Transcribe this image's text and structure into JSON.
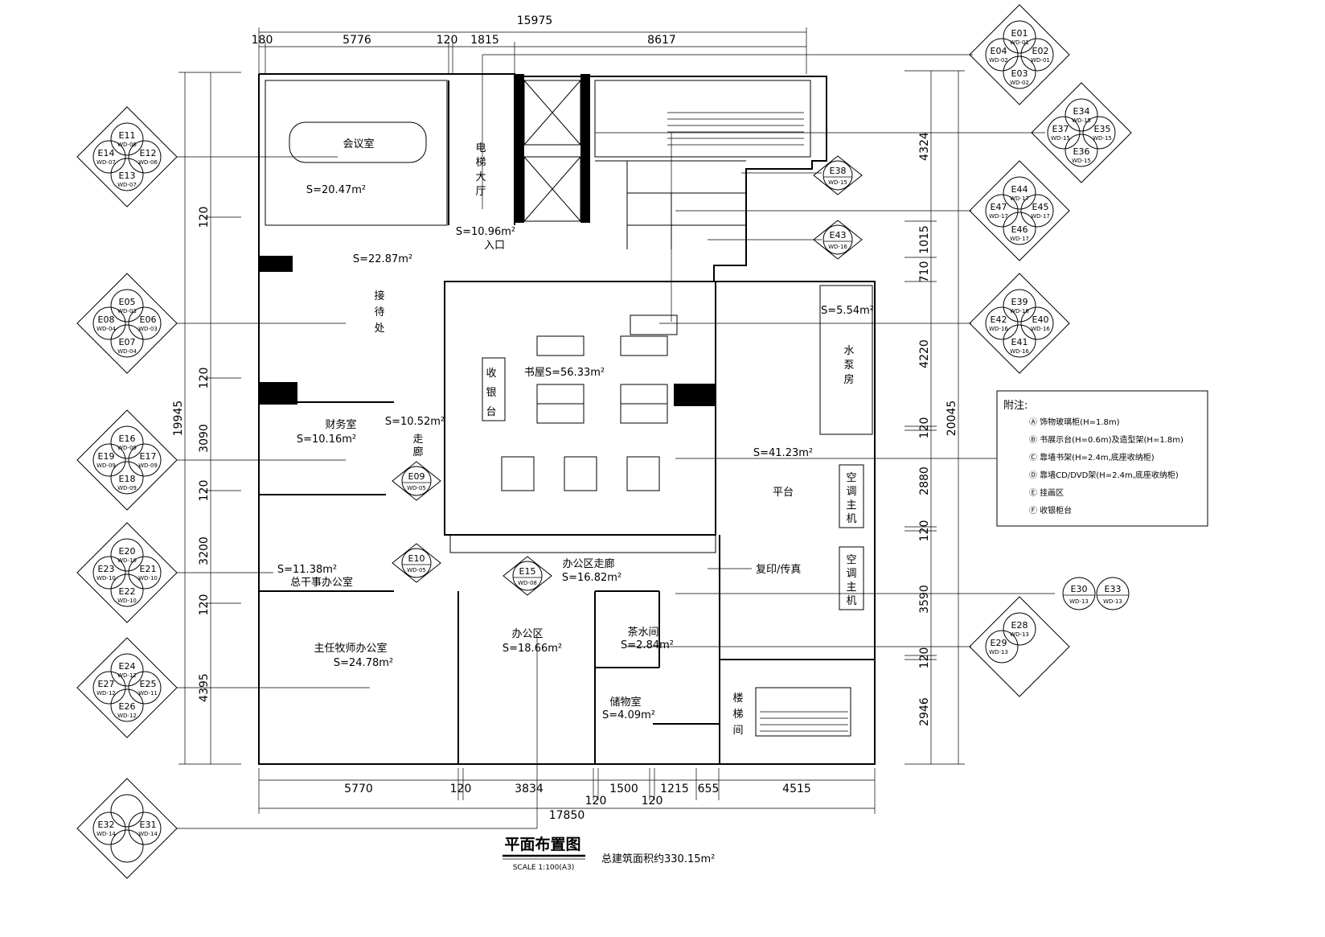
{
  "dimensions": {
    "top_total": "15975",
    "top": [
      "180",
      "5776",
      "120",
      "1815",
      "8617"
    ],
    "bottom_total": "17850",
    "bottom": [
      "5770",
      "120",
      "3834",
      "1500",
      "1215",
      "655",
      "4515"
    ],
    "bottom_small": [
      "120",
      "120"
    ],
    "left_total": "19945",
    "left": [
      "120",
      "120",
      "3090",
      "120",
      "3200",
      "120",
      "4395"
    ],
    "right_total": "20045",
    "right": [
      "4324",
      "1015",
      "710",
      "4220",
      "120",
      "2880",
      "120",
      "3590",
      "120",
      "2946"
    ]
  },
  "rooms": {
    "meeting": {
      "name": "会议室",
      "area": "S=20.47m²"
    },
    "elevator_hall": {
      "name1": "电",
      "name2": "梯",
      "name3": "大",
      "name4": "厅",
      "area": "S=10.96m²",
      "entrance": "入口"
    },
    "lobby": {
      "area": "S=22.87m²"
    },
    "reception": {
      "c1": "接",
      "c2": "待",
      "c3": "处"
    },
    "bookstore": {
      "name": "书屋",
      "area": "S=56.33m²"
    },
    "cashier": {
      "c1": "收",
      "c2": "银",
      "c3": "台"
    },
    "finance": {
      "name": "财务室",
      "area": "S=10.16m²"
    },
    "corridor1": {
      "area": "S=10.52m²",
      "c1": "走",
      "c2": "廊"
    },
    "director": {
      "area": "S=11.38m²",
      "name": "总干事办公室"
    },
    "pastor": {
      "name": "主任牧师办公室",
      "area": "S=24.78m²"
    },
    "office_corridor": {
      "name": "办公区走廊",
      "area": "S=16.82m²"
    },
    "office": {
      "name": "办公区",
      "area": "S=18.66m²"
    },
    "tea": {
      "name": "茶水间",
      "area": "S=2.84m²"
    },
    "storage": {
      "name": "储物室",
      "area": "S=4.09m²"
    },
    "stair": {
      "c1": "楼",
      "c2": "梯",
      "c3": "间"
    },
    "fire_room": {
      "c1": "水",
      "c2": "泵",
      "c3": "房",
      "area": "S=5.54m²"
    },
    "terrace": {
      "name": "平台",
      "area": "S=41.23m²"
    },
    "ac1": {
      "c1": "空",
      "c2": "调",
      "c3": "主",
      "c4": "机"
    },
    "ac2": {
      "c1": "空",
      "c2": "调",
      "c3": "主",
      "c4": "机"
    },
    "copier": "复印/传真"
  },
  "markers": {
    "group_e01": {
      "n": "E01",
      "e": "E02",
      "s": "E03",
      "w": "E04",
      "sn": "WD-01",
      "se": "WD-01",
      "ss": "WD-02",
      "sw": "WD-02"
    },
    "group_e34": {
      "n": "E34",
      "e": "E35",
      "s": "E36",
      "w": "E37",
      "sn": "WD-15",
      "se": "WD-15",
      "ss": "WD-15",
      "sw": "WD-15"
    },
    "group_e44": {
      "n": "E44",
      "e": "E45",
      "s": "E46",
      "w": "E47",
      "sn": "WD-17",
      "se": "WD-17",
      "ss": "WD-17",
      "sw": "WD-17"
    },
    "group_e39": {
      "n": "E39",
      "e": "E40",
      "s": "E41",
      "w": "E42",
      "sn": "WD-16",
      "se": "WD-16",
      "ss": "WD-16",
      "sw": "WD-16"
    },
    "group_e11": {
      "n": "E11",
      "e": "E12",
      "s": "E13",
      "w": "E14",
      "sn": "WD-06",
      "se": "WD-06",
      "ss": "WD-07",
      "sw": "WD-07"
    },
    "group_e05": {
      "n": "E05",
      "e": "E06",
      "s": "E07",
      "w": "E08",
      "sn": "WD-03",
      "se": "WD-03",
      "ss": "WD-04",
      "sw": "WD-04"
    },
    "group_e16": {
      "n": "E16",
      "e": "E17",
      "s": "E18",
      "w": "E19",
      "sn": "WD-09",
      "se": "WD-09",
      "ss": "WD-09",
      "sw": "WD-09"
    },
    "group_e20": {
      "n": "E20",
      "e": "E21",
      "s": "E22",
      "w": "E23",
      "sn": "WD-10",
      "se": "WD-10",
      "ss": "WD-10",
      "sw": "WD-10"
    },
    "group_e24": {
      "n": "E24",
      "e": "E25",
      "s": "E26",
      "w": "E27",
      "sn": "WD-12",
      "se": "WD-11",
      "ss": "WD-12",
      "sw": "WD-12"
    },
    "group_e28": {
      "n": "E28",
      "w": "E29",
      "sn": "WD-13",
      "sw": "WD-13"
    },
    "group_e31": {
      "e": "E31",
      "w": "E32",
      "se": "WD-14",
      "sw": "WD-14"
    },
    "single_e38": {
      "id": "E38",
      "sub": "WD-15"
    },
    "single_e43": {
      "id": "E43",
      "sub": "WD-16"
    },
    "single_e09": {
      "id": "E09",
      "sub": "WD-05"
    },
    "single_e10": {
      "id": "E10",
      "sub": "WD-05"
    },
    "single_e15": {
      "id": "E15",
      "sub": "WD-08"
    },
    "single_e30": {
      "id": "E30",
      "sub": "WD-13"
    },
    "single_e33": {
      "id": "E33",
      "sub": "WD-13"
    }
  },
  "legend": {
    "title": "附注:",
    "items": [
      "Ⓐ 饰物玻璃柜(H=1.8m)",
      "Ⓑ 书展示台(H=0.6m)及造型架(H=1.8m)",
      "Ⓒ 靠墙书架(H=2.4m,底座收纳柜)",
      "Ⓓ 靠墙CD/DVD架(H=2.4m,底座收纳柜)",
      "Ⓔ 挂画区",
      "Ⓕ 收银柜台"
    ]
  },
  "title": {
    "main": "平面布置图",
    "scale": "SCALE 1:100(A3)",
    "area": "总建筑面积约330.15m²"
  },
  "colors": {
    "line": "#000000",
    "background": "#ffffff"
  }
}
